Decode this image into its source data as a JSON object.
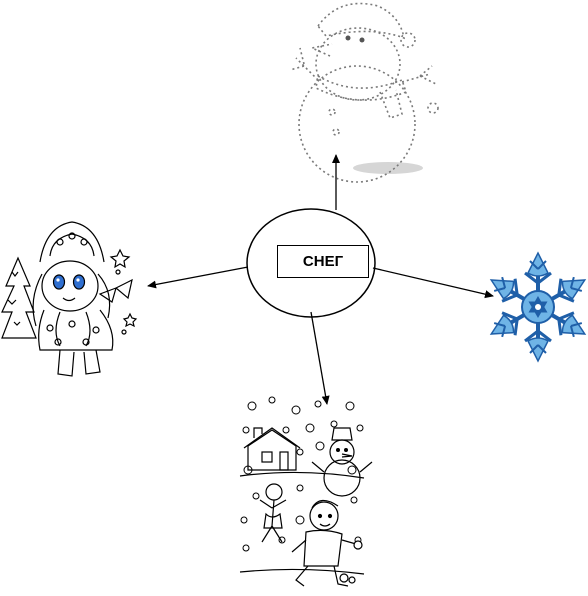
{
  "diagram": {
    "center_label": "СНЕГ",
    "nodes": [
      {
        "id": "snowman",
        "depicts": "snowman-dotted-drawing"
      },
      {
        "id": "snow-maiden",
        "depicts": "snow-maiden-coloring-drawing"
      },
      {
        "id": "snowflake",
        "depicts": "blue-snowflake"
      },
      {
        "id": "winter-play",
        "depicts": "children-snowball-fight-drawing"
      }
    ],
    "colors": {
      "line": "#000000",
      "snowflake_dark": "#1f5fa8",
      "snowflake_light": "#6fb4e6",
      "dotted": "#7a7a7a",
      "shadow": "#d6d6d6"
    }
  }
}
